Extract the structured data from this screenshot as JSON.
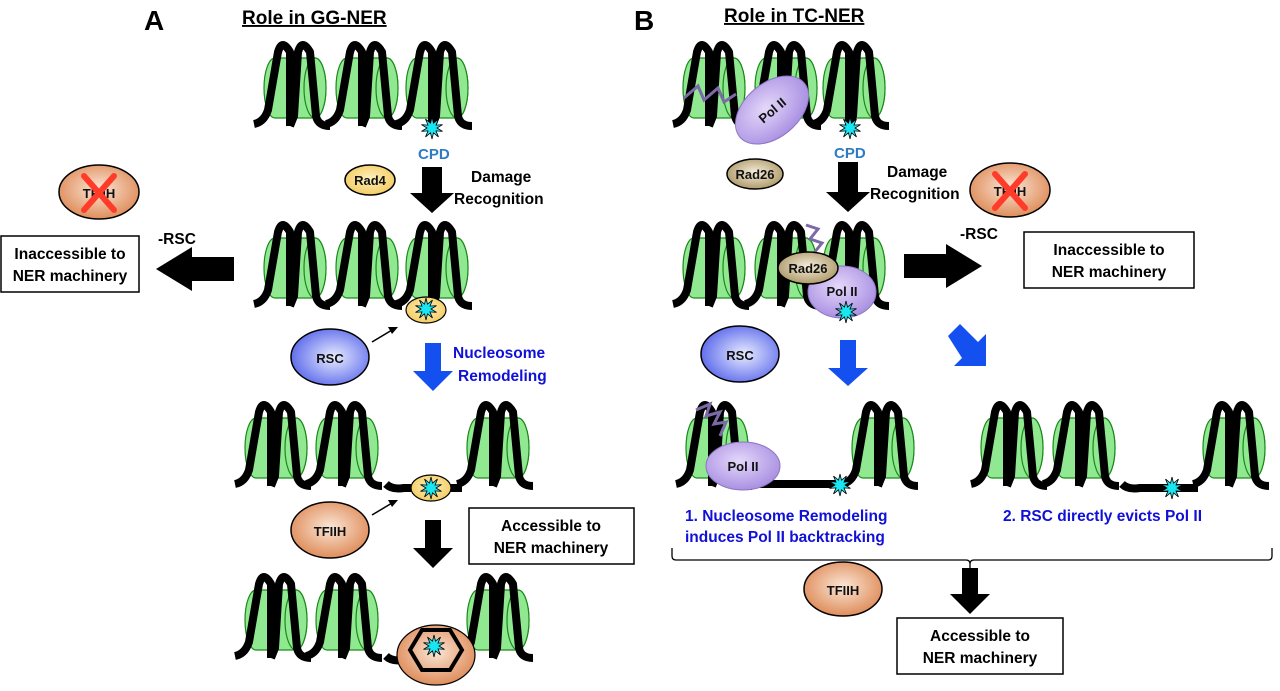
{
  "figure": {
    "panels": [
      {
        "letter": "A",
        "title": "Role in GG-NER",
        "damage_label": "CPD",
        "recognition_factor": "Rad4",
        "step1": [
          "Damage",
          "Recognition"
        ],
        "remodeler": "RSC",
        "step2": [
          "Nucleosome",
          "Remodeling"
        ],
        "minus_label": "-RSC",
        "blocked_factor": "TFIIH",
        "outcome_blocked": [
          "Inaccessible to",
          "NER machinery"
        ],
        "repair_factor": "TFIIH",
        "outcome_ok": [
          "Accessible to",
          "NER machinery"
        ]
      },
      {
        "letter": "B",
        "title": "Role in TC-NER",
        "polymerase": "Pol II",
        "damage_label": "CPD",
        "recognition_factor": "Rad26",
        "step1": [
          "Damage",
          "Recognition"
        ],
        "remodeler": "RSC",
        "minus_label": "-RSC",
        "blocked_factor": "TFIIH",
        "outcome_blocked": [
          "Inaccessible to",
          "NER machinery"
        ],
        "path1": [
          "1. Nucleosome Remodeling",
          "induces Pol II backtracking"
        ],
        "path2": "2. RSC directly evicts Pol II",
        "repair_factor": "TFIIH",
        "outcome_ok": [
          "Accessible to",
          "NER machinery"
        ]
      }
    ],
    "colors": {
      "histone_fill": "#90e890",
      "histone_stroke": "#1a8a1a",
      "dna": "#000000",
      "lesion": "#19e6f0",
      "blue_text": "#1010d8",
      "blue_arrow": "#1450f0",
      "cpd_text": "#2e7bc4",
      "rad4": "#f5d774",
      "rad26": "#c8b688",
      "tfiih": "#e0905c",
      "rsc": "#6a78f0",
      "polII": "#b49ae6",
      "cross": "#ff3b2a"
    }
  }
}
